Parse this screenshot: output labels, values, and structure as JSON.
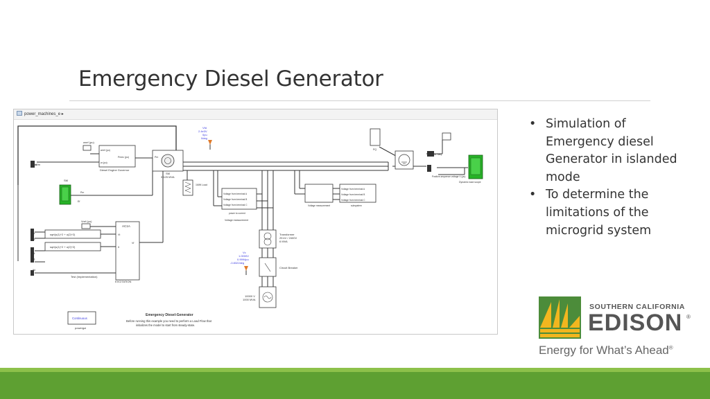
{
  "slide": {
    "title": "Emergency Diesel Generator",
    "bullets": [
      "Simulation of Emergency diesel Generator in islanded mode",
      "To determine the limitations of the microgrid system"
    ]
  },
  "model": {
    "breadcrumb": "power_machines_e",
    "labels": {
      "wref": "wref (pu)",
      "wref_in": "wref (pu)",
      "pmec": "Pmec (pu)",
      "wpu": "w (pu)",
      "gov": "Diesel Engine Governor",
      "wm": "Wm",
      "sm_scope": "SM",
      "pm": "Pm",
      "sm_block": "SM",
      "sm_rating": "3.125 MVA",
      "ef": "Ef",
      "vref": "Vref (pu)",
      "ac1a": "AC1A",
      "vf": "Vf",
      "vd": "Vd",
      "vq": "Vq",
      "vtd": "Vd",
      "vtq": "Vq",
      "ifd": "Ifd",
      "fcn1": "sqrt(u(1)^2 + u(2)^2)",
      "fcn2": "sqrt(u(1)^2 + u(2)^2)",
      "vt": "Vt",
      "it": "It",
      "testexc": "Test (Implementation)",
      "excitation": "EXCITATION",
      "anno1": [
        "Vfd",
        "2.4e3V",
        "0pu",
        "0deg"
      ],
      "anno2": [
        "Vc",
        "1.0000V",
        "0.9994pu",
        "-0.8322deg"
      ],
      "load": "1MW Load",
      "vm1": "Voltage from terminal A",
      "vm2": "Voltage from terminal B",
      "vm3": "Voltage from terminal C",
      "pm_label": "power to current",
      "vmeas": "Voltage measurement",
      "vm4": "Voltage from terminal A",
      "vm5": "Voltage from terminal B",
      "vm6": "Voltage from terminal C",
      "vmeas2": "Voltage measurement",
      "subsystem": "subsystem",
      "pq": "PQ",
      "pos": "Pos. seq.",
      "scope2": "Dynamic load scope",
      "possig": "Positive-sequence voltage V (pu)",
      "transformer": [
        "Transformer",
        "25 kV / 2400V",
        "6 MVA"
      ],
      "breaker": "Circuit Breaker",
      "source": [
        "10000 V",
        "1000 MVA"
      ],
      "model_title": "Emergency Diesel-Generator",
      "model_note1": "Before running this example you need to perform a Load Flow that",
      "model_note2": "initializes the model to start from steady-state.",
      "continuous": "Continuous",
      "powergui": "powergui"
    }
  },
  "logo": {
    "line1": "SOUTHERN CALIFORNIA",
    "line2": "EDISON",
    "registered": "®",
    "tagline": "Energy for What’s Ahead",
    "tagline_mark": "®"
  },
  "colors": {
    "title": "#333333",
    "accent_green": "#5ea032",
    "accent_green_light": "#8dc14a",
    "scope_green": "#27b227",
    "edison_yellow": "#f2b61f",
    "edison_green": "#4c8c3a"
  },
  "icons": [
    "model-icon",
    "scope-icon",
    "sun-icon",
    "triangle-icon"
  ]
}
